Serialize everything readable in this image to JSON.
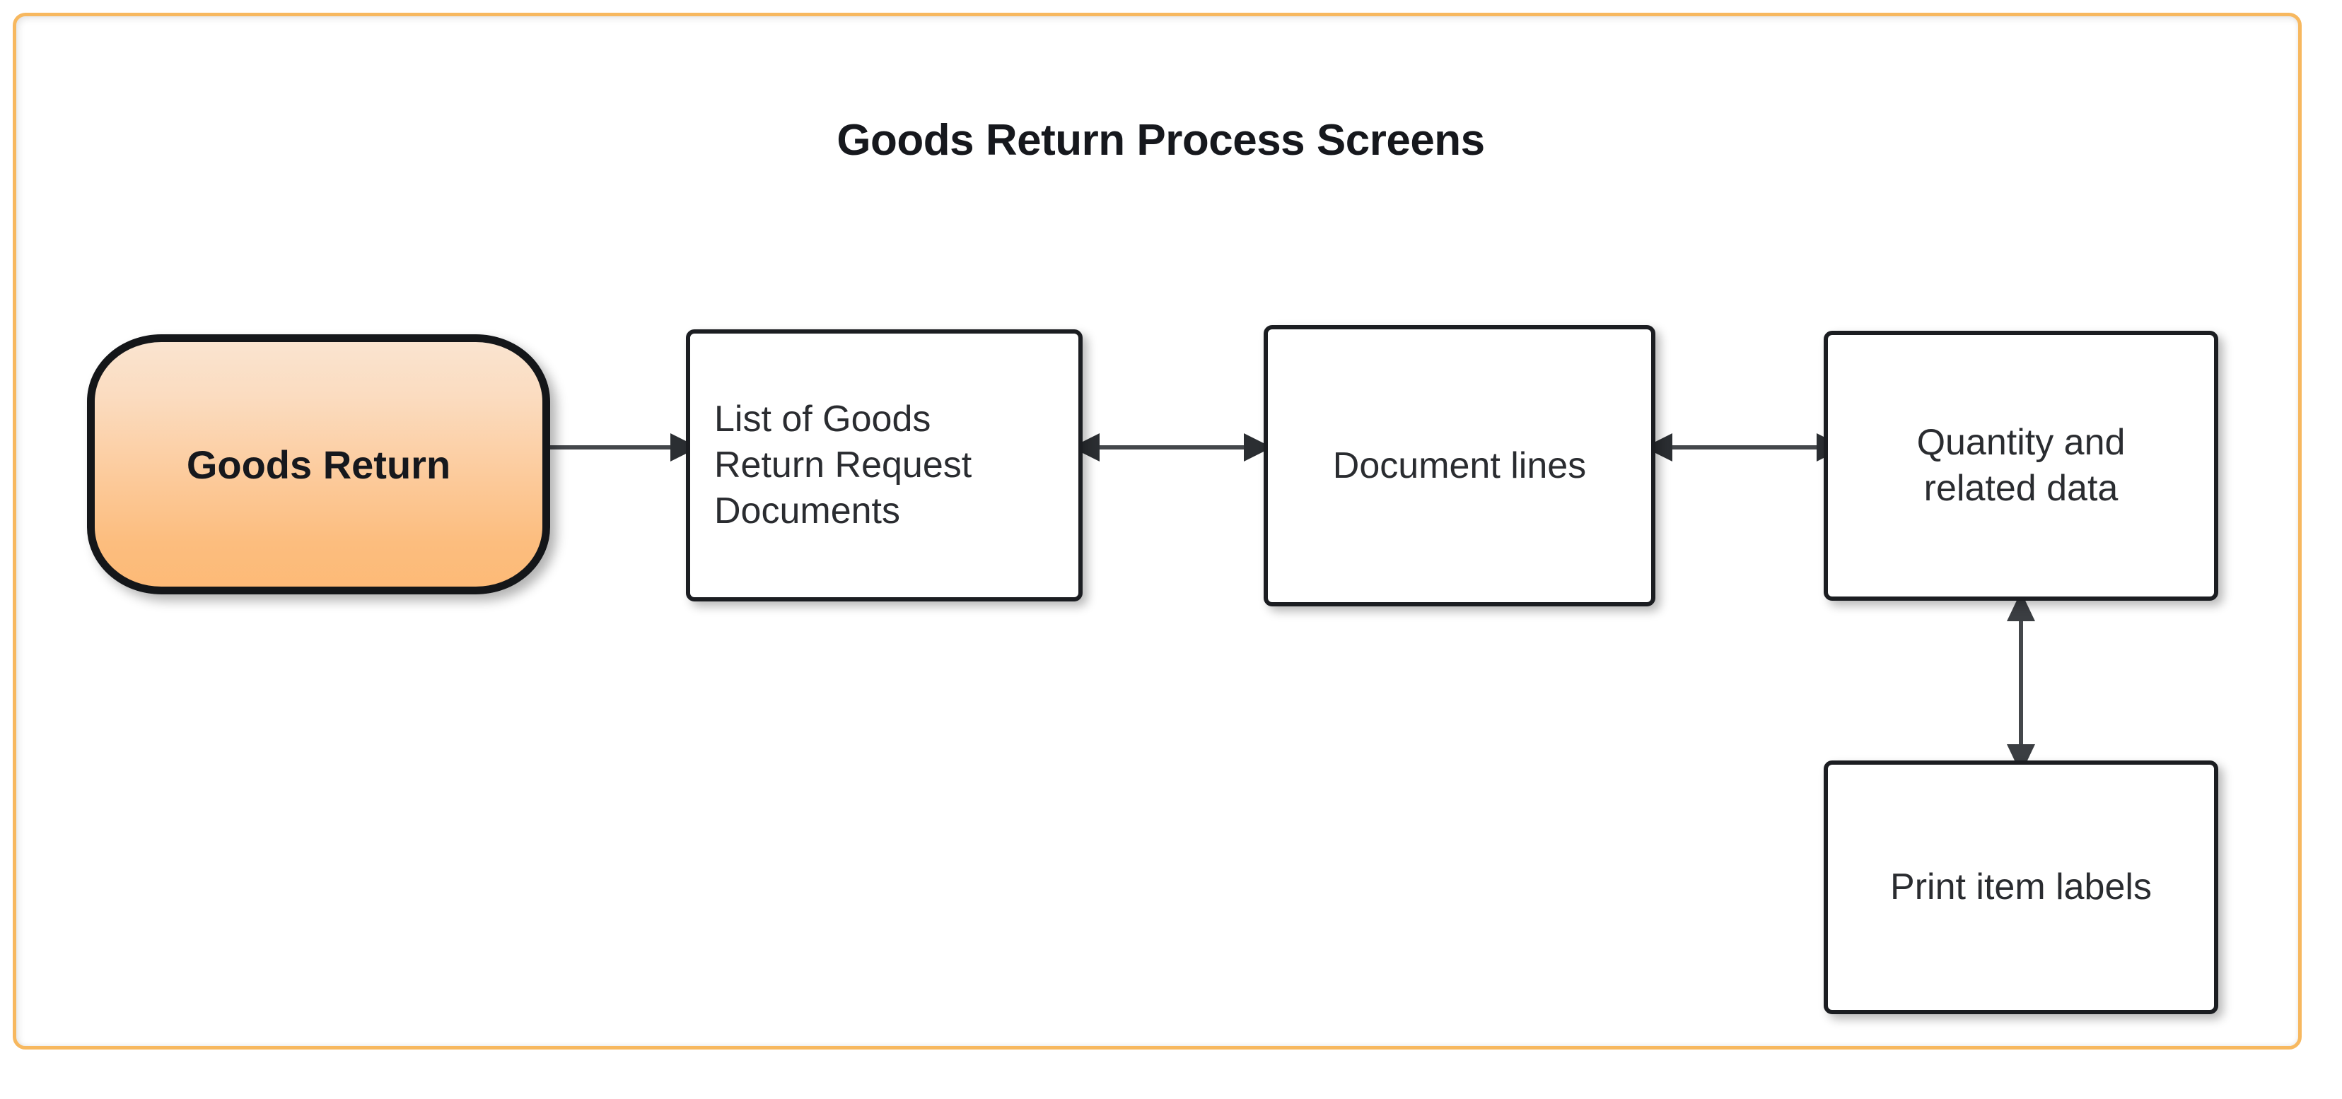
{
  "frame": {
    "accent_color": "#f7b85f",
    "background_color": "#ffffff"
  },
  "diagram": {
    "title": "Goods Return Process Screens",
    "type": "flowchart",
    "nodes": [
      {
        "id": "goods-return",
        "label": "Goods Return",
        "shape": "rounded-pill",
        "fill": "orange-gradient",
        "fill_from": "#fae4d0",
        "fill_to": "#fdba77",
        "border_color": "#141619",
        "text_align": "center",
        "bold": true
      },
      {
        "id": "list-docs",
        "label": "List of Goods\nReturn Request\nDocuments",
        "shape": "rounded-rect",
        "fill": "#ffffff",
        "border_color": "#1b1d21",
        "text_align": "left",
        "bold": false
      },
      {
        "id": "document-lines",
        "label": "Document lines",
        "shape": "rounded-rect",
        "fill": "#ffffff",
        "border_color": "#1b1d21",
        "text_align": "center",
        "bold": false
      },
      {
        "id": "quantity",
        "label": "Quantity and\nrelated data",
        "shape": "rounded-rect",
        "fill": "#ffffff",
        "border_color": "#1b1d21",
        "text_align": "center",
        "bold": false
      },
      {
        "id": "print-labels",
        "label": "Print item labels",
        "shape": "rounded-rect",
        "fill": "#ffffff",
        "border_color": "#1b1d21",
        "text_align": "center",
        "bold": false
      }
    ],
    "edges": [
      {
        "id": "e1",
        "from": "goods-return",
        "to": "list-docs",
        "direction": "forward",
        "orientation": "horizontal"
      },
      {
        "id": "e2",
        "from": "list-docs",
        "to": "document-lines",
        "direction": "bidirectional",
        "orientation": "horizontal"
      },
      {
        "id": "e3",
        "from": "document-lines",
        "to": "quantity",
        "direction": "bidirectional",
        "orientation": "horizontal"
      },
      {
        "id": "e4",
        "from": "quantity",
        "to": "print-labels",
        "direction": "bidirectional",
        "orientation": "vertical"
      }
    ]
  }
}
